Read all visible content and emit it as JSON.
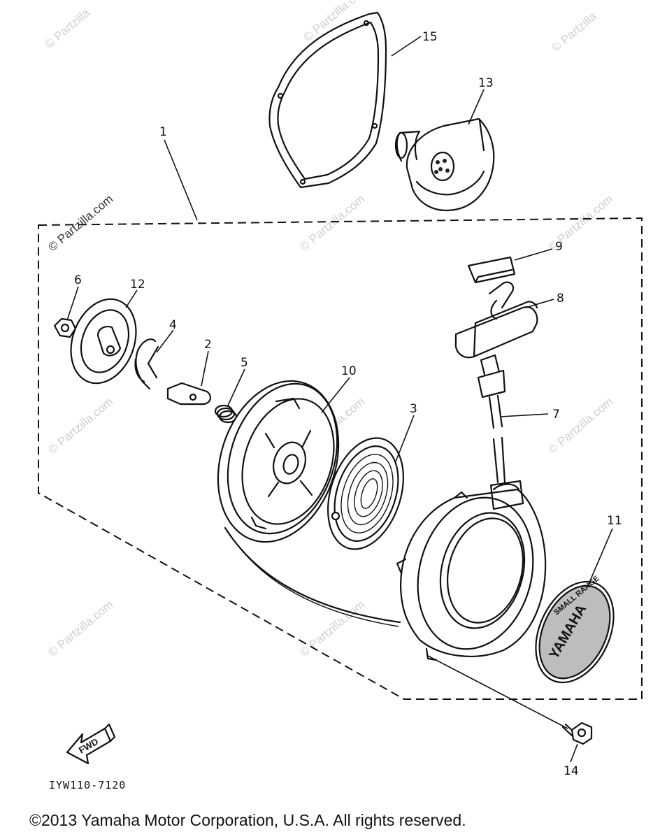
{
  "watermark": {
    "text": "© Partzilla.com",
    "short_text": "© Partzilla"
  },
  "callouts": [
    {
      "id": "1",
      "label": "1"
    },
    {
      "id": "2",
      "label": "2"
    },
    {
      "id": "3",
      "label": "3"
    },
    {
      "id": "4",
      "label": "4"
    },
    {
      "id": "5",
      "label": "5"
    },
    {
      "id": "6",
      "label": "6"
    },
    {
      "id": "7",
      "label": "7"
    },
    {
      "id": "8",
      "label": "8"
    },
    {
      "id": "9",
      "label": "9"
    },
    {
      "id": "10",
      "label": "10"
    },
    {
      "id": "11",
      "label": "11"
    },
    {
      "id": "12",
      "label": "12"
    },
    {
      "id": "13",
      "label": "13"
    },
    {
      "id": "14",
      "label": "14"
    },
    {
      "id": "15",
      "label": "15"
    }
  ],
  "emblem": {
    "top_text": "SMALL RANGE",
    "brand": "YAMAHA"
  },
  "direction_badge": "FWD",
  "diagram_code": "IYW110-7120",
  "copyright": "©2013 Yamaha Motor Corporation, U.S.A. All rights reserved."
}
